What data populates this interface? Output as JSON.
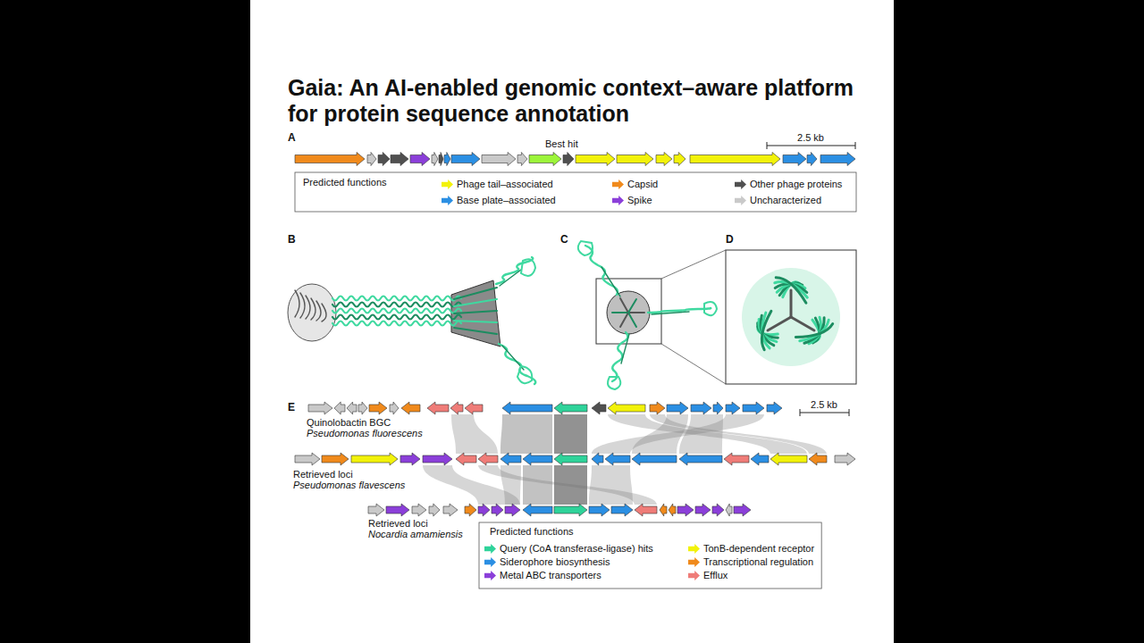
{
  "diagram": {
    "title": "Gaia: An AI-enabled genomic context–aware platform for protein sequence annotation",
    "labels": [
      "A",
      "Best hit",
      "2.5 kb",
      "Predicted functions",
      "B",
      "C",
      "D",
      "E",
      "2.5 kb",
      "Quinolobactin BGC",
      "Pseudomonas fluorescens",
      "Retrieved loci",
      "Pseudomonas flavescens",
      "Retrieved loci",
      "Nocardia amamiensis",
      "Predicted functions"
    ],
    "legend": [
      {
        "text": "Phage tail–associated",
        "color": "#f2f20a"
      },
      {
        "text": "Base plate–associated",
        "color": "#2b8fe3"
      },
      {
        "text": "Capsid",
        "color": "#f08a1c"
      },
      {
        "text": "Spike",
        "color": "#8b3fd9"
      },
      {
        "text": "Other phage proteins",
        "color": "#505050"
      },
      {
        "text": "Uncharacterized",
        "color": "#c9c9c9"
      },
      {
        "text": "Query (CoA transferase-ligase) hits",
        "color": "#2fd39a"
      },
      {
        "text": "Siderophore biosynthesis",
        "color": "#2b8fe3"
      },
      {
        "text": "Metal ABC transporters",
        "color": "#8b3fd9"
      },
      {
        "text": "TonB-dependent receptor",
        "color": "#f2f20a"
      },
      {
        "text": "Transcriptional regulation",
        "color": "#f08a1c"
      },
      {
        "text": "Efflux",
        "color": "#ef7c78"
      }
    ]
  }
}
